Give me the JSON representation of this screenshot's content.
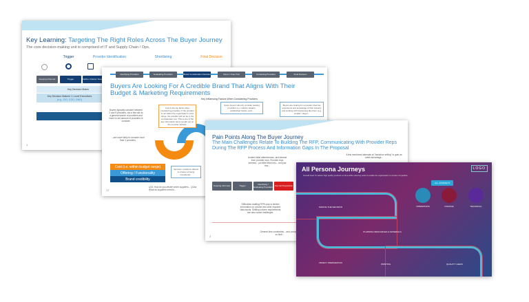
{
  "slide1": {
    "title_prefix": "Key Learning:",
    "title": " Targeting The Right Roles Across The Buyer Journey",
    "subtitle": "The core decision-making unit is comprised of IT and Supply Chain / Ops.",
    "phases": [
      "Trigger",
      "Provider Identification",
      "Shortlisting",
      "Final Decision"
    ],
    "steps": [
      "Keeping Informed",
      "Trigger",
      "Define Criteria / Needs"
    ],
    "row1": "Key Decision Maker",
    "row2": "Key Decision Makers' C-Level Executives",
    "row2b": "(e.g., CIO, COO, CMO)",
    "page": "1"
  },
  "slide2": {
    "steps": [
      "Identifying Providers",
      "Evaluating Providers",
      "Brand Consideration Decision",
      "Demo / Free Trial",
      "Contacting Providers",
      "Final Decision"
    ],
    "title": "Buyers Are Looking For A Credible Brand That Aligns With Their Budget & Marketing Requirements",
    "factors_heading": "Key Influencing Factors When Considering Providers",
    "left_text": "Buyers typically consider between 2 and 5 providers, but a few will do a general search of providers and have no set amount of providers to consider.",
    "left_note": "...are more likely to consider more than 5 providers.",
    "cost_box": "Cost is the top factor when considering providers. If the provider is not within the organization's price range, the provider will not be in the consideration set. This is one of the key information items sought out on the provider website.",
    "box2": "Some buyers will only consider leading providers (i.e. industry leaders, established history, well...",
    "box3": "Buyers are looking for a provider that has experience and knowledge of their industry and working with businesses like them (e.g. smaller / larger...",
    "box4": "Services / solutions offered is a factor of being considered...",
    "bars": [
      "Cost (i.e. within budget range)",
      "Offering / Functionality",
      "Brand credibility"
    ],
    "footnote": "Q14: How do you decide which suppliers... Q14a: What do suppliers need to...",
    "page": "17"
  },
  "slide3": {
    "title": "Pain Points Along The Buyer Journey",
    "subtitle": "The Main Challenges Relate To Building The RFP, Communicating With Provider Reps During The RFP Process And Information Gaps In The Proposal",
    "callout1": "Limited initial attentiveness, and interest from provider reps. Provider reps seemed... put little effort into... and just few...",
    "callout2": "A few mentioned attempts at \"backdoor selling\" to gain an unfair advantage...",
    "steps": [
      "Keeping Informed",
      "Trigger",
      "Identifying / Evaluating Providers",
      "Internal Preparation"
    ],
    "callout3": "Difficulties drafting RFPs due to limited information on volume and other required data inputs. Shifting volume requirements can also cause challenges.",
    "callout4": "General time constraints... and complex, so findi...",
    "page": "2"
  },
  "slide4": {
    "title": "All Persona Journeys",
    "subtitle": "Overall Goal: To deliver high quality products on time while reducing costs to enable the organisation to remain competitive",
    "logo": "LOGO",
    "all_button": "ALL JOURNEYS",
    "personas": [
      "OPERATIONS",
      "FINANCE",
      "TECHNICAL"
    ],
    "stages": [
      "MAKING THE DECISION",
      "PLANNING RESOURCES & MATERIALS",
      "OBJECT PREPARATION",
      "PRINTING",
      "QUALITY CHECK"
    ],
    "colors": {
      "road_outer": "#4fb8d8",
      "road_inner": "#c04060"
    }
  }
}
